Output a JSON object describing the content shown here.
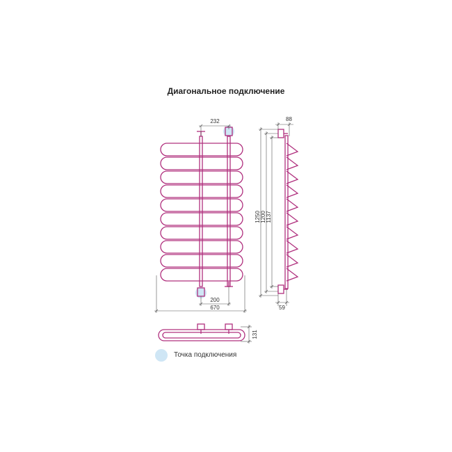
{
  "title": "Диагональное подключение",
  "dimensions": {
    "top_width": "232",
    "side_width": "88",
    "bottom_inner": "200",
    "bottom_outer": "670",
    "height_total": "1250",
    "height_mid": "1200",
    "height_axis": "1137",
    "side_bottom": "59",
    "depth": "131"
  },
  "legend": {
    "label": "Точка подключения"
  },
  "colors": {
    "pipe": "#b0307e",
    "connection": "#cfe6f5",
    "line": "#555555"
  }
}
